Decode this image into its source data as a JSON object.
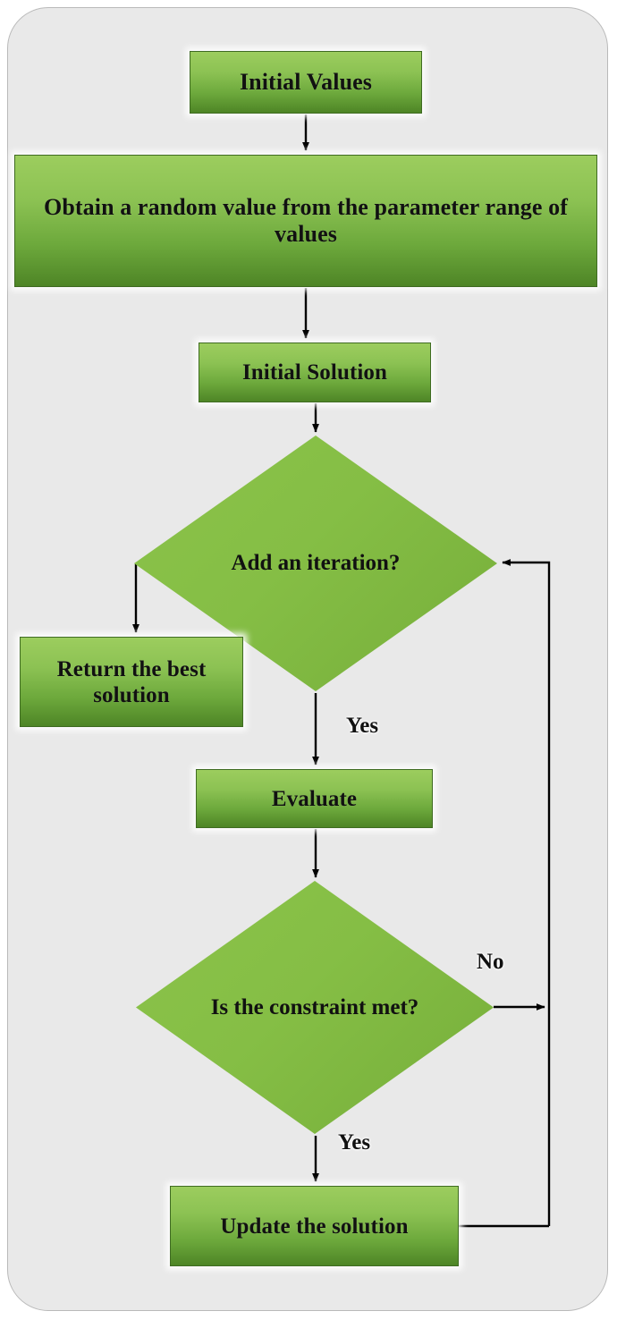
{
  "diagram": {
    "type": "flowchart",
    "title": "Metaheuristic optimization iteration flowchart",
    "background_color": "#e9e9e9",
    "node_fill_color": "#8cc253",
    "node_border_color": "#3f6b22",
    "edge_color": "#000000",
    "nodes": [
      {
        "id": "initial-values",
        "shape": "process",
        "label": "Initial Values"
      },
      {
        "id": "obtain-random",
        "shape": "process",
        "label": "Obtain a random value from the parameter range of values"
      },
      {
        "id": "initial-solution",
        "shape": "process",
        "label": "Initial Solution"
      },
      {
        "id": "add-iteration",
        "shape": "decision",
        "label": "Add an iteration?"
      },
      {
        "id": "return-best",
        "shape": "process",
        "label": "Return the best solution"
      },
      {
        "id": "evaluate",
        "shape": "process",
        "label": "Evaluate"
      },
      {
        "id": "constraint-met",
        "shape": "decision",
        "label": "Is the constraint met?"
      },
      {
        "id": "update-solution",
        "shape": "process",
        "label": "Update the solution"
      }
    ],
    "edges": [
      {
        "from": "initial-values",
        "to": "obtain-random",
        "label": ""
      },
      {
        "from": "obtain-random",
        "to": "initial-solution",
        "label": ""
      },
      {
        "from": "initial-solution",
        "to": "add-iteration",
        "label": ""
      },
      {
        "from": "add-iteration",
        "to": "return-best",
        "label": ""
      },
      {
        "from": "add-iteration",
        "to": "evaluate",
        "label": "Yes"
      },
      {
        "from": "evaluate",
        "to": "constraint-met",
        "label": ""
      },
      {
        "from": "constraint-met",
        "to": "add-iteration",
        "label": "No"
      },
      {
        "from": "constraint-met",
        "to": "update-solution",
        "label": "Yes"
      },
      {
        "from": "update-solution",
        "to": "add-iteration",
        "label": ""
      }
    ],
    "labels": {
      "yes_after_iteration": "Yes",
      "no_constraint": "No",
      "yes_constraint": "Yes"
    }
  }
}
